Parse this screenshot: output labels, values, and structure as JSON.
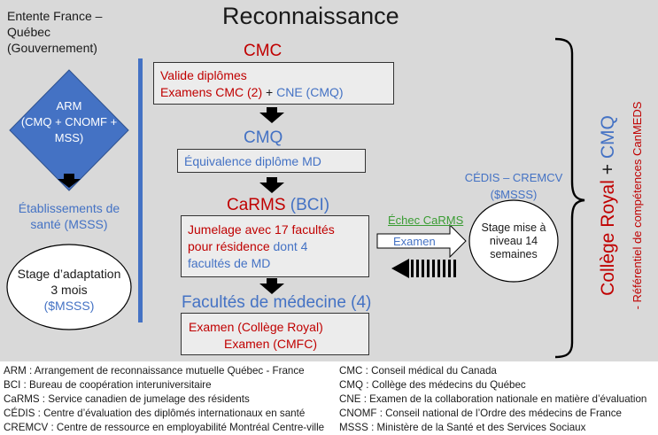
{
  "title": "Reconnaissance",
  "colors": {
    "red": "#c00000",
    "blue": "#4472c4",
    "green": "#3a9c33",
    "box_fill": "#ececec",
    "arrow": "#000000",
    "diamond_fill": "#4472c4"
  },
  "left": {
    "header_lines": [
      "Entente France –",
      "Québec",
      "(Gouvernement)"
    ],
    "diamond_lines": [
      "ARM",
      "(CMQ + CNOMF +",
      "MSS)"
    ],
    "etab_lines": [
      "Établissements de",
      "santé (MSSS)"
    ],
    "stage_lines": [
      "Stage d’adaptation",
      "3 mois"
    ],
    "stage_cost": "($MSSS)"
  },
  "center": {
    "cmc_title": "CMC",
    "cmc_line1": "Valide diplômes",
    "cmc_line2_red": "Examens CMC (2)",
    "cmc_line2_plus": "+",
    "cmc_line2_blue": "CNE (CMQ)",
    "cmq_title": "CMQ",
    "cmq_box": "Équivalence diplôme MD",
    "carms_title_red": "CaRMS",
    "carms_title_blue": "(BCI)",
    "carms_line1": "Jumelage avec 17 facultés",
    "carms_line2_red": "pour résidence",
    "carms_line2_blue": "dont 4",
    "carms_line3": "facultés de MD",
    "fac_title": "Facultés de médecine (4)",
    "fac_line1": "Examen (Collège Royal)",
    "fac_line2": "Examen (CMFC)"
  },
  "right": {
    "cedis_lines": [
      "CÉDIS – CREMCV",
      "($MSSS)"
    ],
    "echec_label": "Échec CaRMS",
    "examen_label": "Examen",
    "stage_lines": [
      "Stage mise à",
      "niveau 14",
      "semaines"
    ],
    "vertical_red": "Collège Royal",
    "vertical_plus": "+",
    "vertical_blue": "CMQ",
    "vertical_small": "- Référentiel de compétences CanMEDS"
  },
  "legend": {
    "left": [
      "ARM : Arrangement de reconnaissance mutuelle Québec - France",
      "BCI : Bureau de coopération interuniversitaire",
      "CaRMS : Service canadien de jumelage des résidents",
      "CÉDIS : Centre d’évaluation des diplômés internationaux en santé",
      "CREMCV : Centre de ressource en employabilité Montréal Centre-ville"
    ],
    "right": [
      "CMC : Conseil médical du Canada",
      "CMQ : Collège des médecins du Québec",
      "CNE : Examen de la collaboration nationale en matière d’évaluation",
      "CNOMF : Conseil national de l’Ordre des médecins de France",
      "MSSS : Ministère de la Santé et des Services Sociaux"
    ]
  }
}
